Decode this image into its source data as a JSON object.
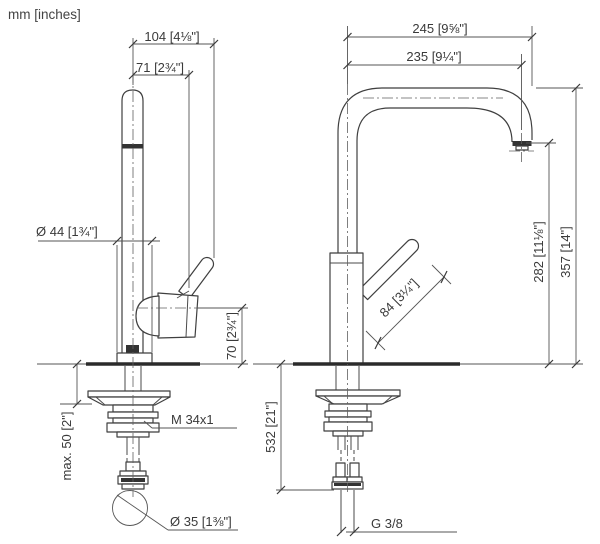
{
  "drawing": {
    "units_label": "mm [inches]",
    "side_view": {
      "spout_reach": "104 [4⅛\"]",
      "spout_offset": "71 [2¾\"]",
      "body_diameter": "Ø 44 [1¾\"]",
      "lever_height": "70 [2¾\"]",
      "max_deck_thickness": "max. 50 [2\"]",
      "thread_size": "M 34x1",
      "hole_diameter": "Ø 35 [1⅜\"]"
    },
    "front_view": {
      "overall_reach": "245 [9⅝\"]",
      "outlet_reach": "235 [9¼\"]",
      "outlet_height": "282 [11⅛\"]",
      "overall_height": "357 [14\"]",
      "lever_length": "84 [3¼\"]",
      "hose_length": "532 [21\"]",
      "supply_connection": "G 3/8"
    }
  }
}
